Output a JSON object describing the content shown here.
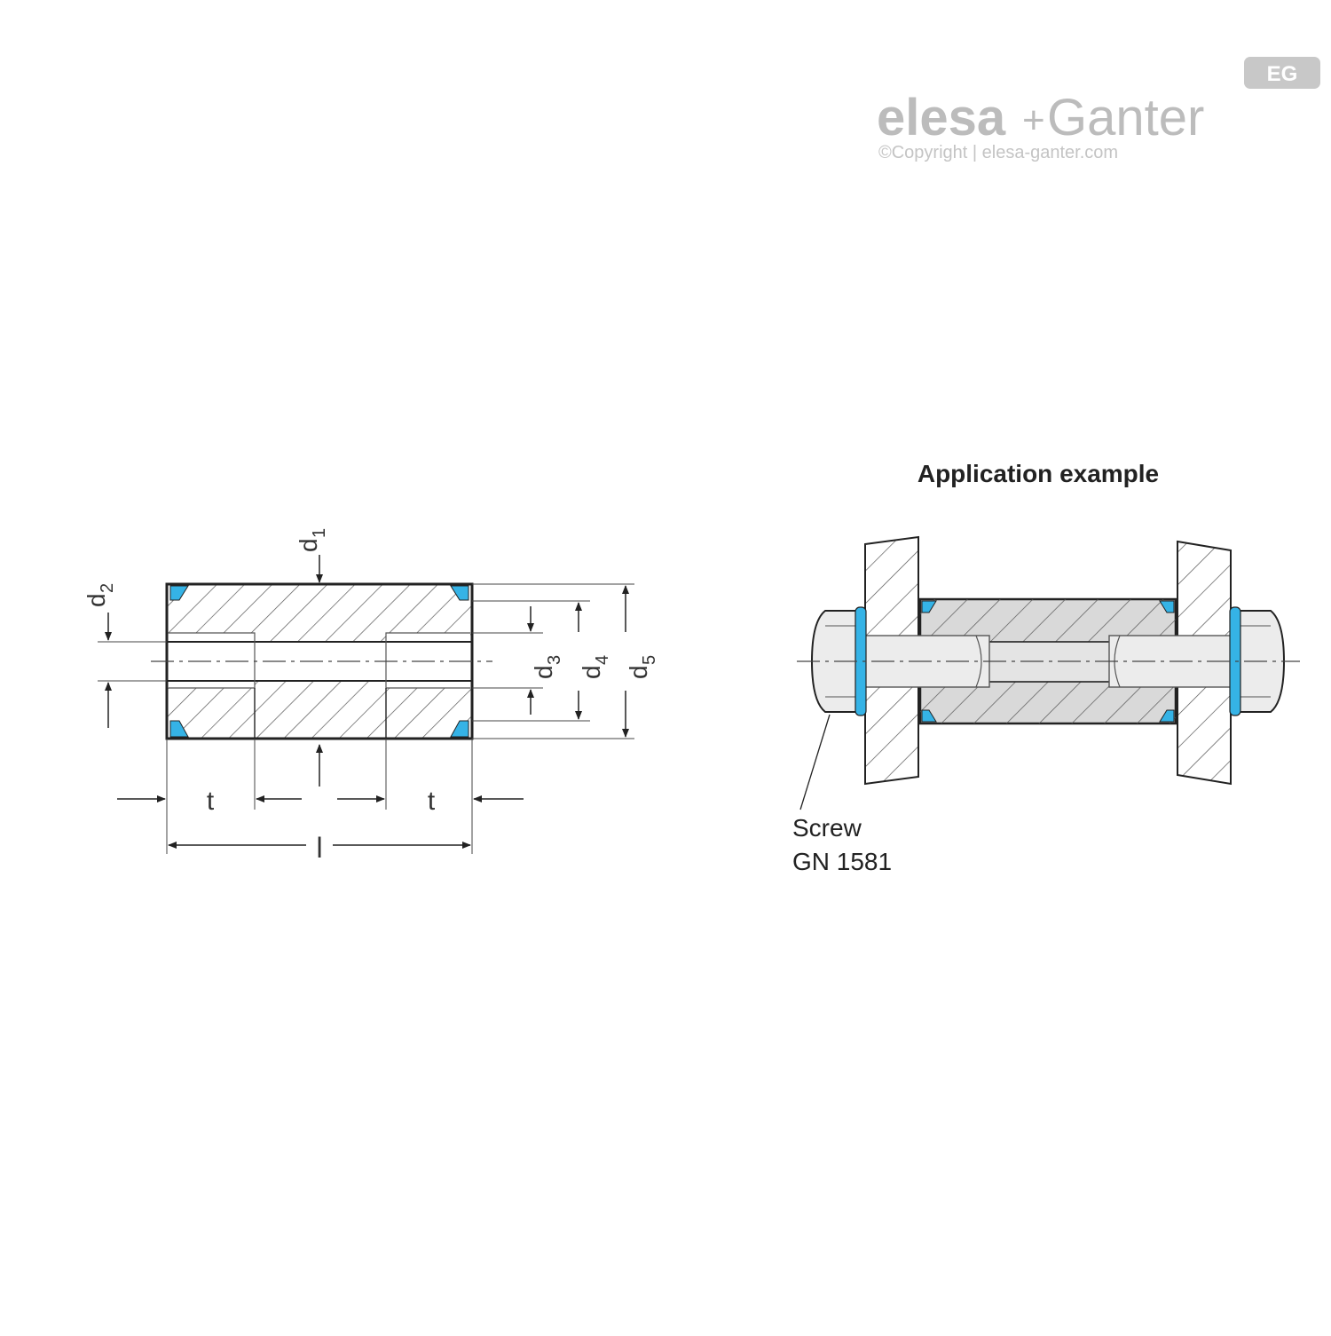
{
  "logo": {
    "badge": "EG",
    "brand_part1": "elesa",
    "brand_plus": "+",
    "brand_part2": "Ganter",
    "copyright": "©Copyright | elesa-ganter.com"
  },
  "drawing": {
    "dimensions": {
      "d1": {
        "base": "d",
        "sub": "1"
      },
      "d2": {
        "base": "d",
        "sub": "2"
      },
      "d3": {
        "base": "d",
        "sub": "3"
      },
      "d4": {
        "base": "d",
        "sub": "4"
      },
      "d5": {
        "base": "d",
        "sub": "5"
      },
      "t_left": "t",
      "t_right": "t",
      "l": "l"
    }
  },
  "application": {
    "title": "Application example",
    "screw_label_line1": "Screw",
    "screw_label_line2": "GN 1581"
  },
  "colors": {
    "seal": "#35b3e6",
    "hatch": "#555555",
    "line": "#222222",
    "part_fill": "#d8d8d8",
    "logo": "#bcbcbc"
  }
}
